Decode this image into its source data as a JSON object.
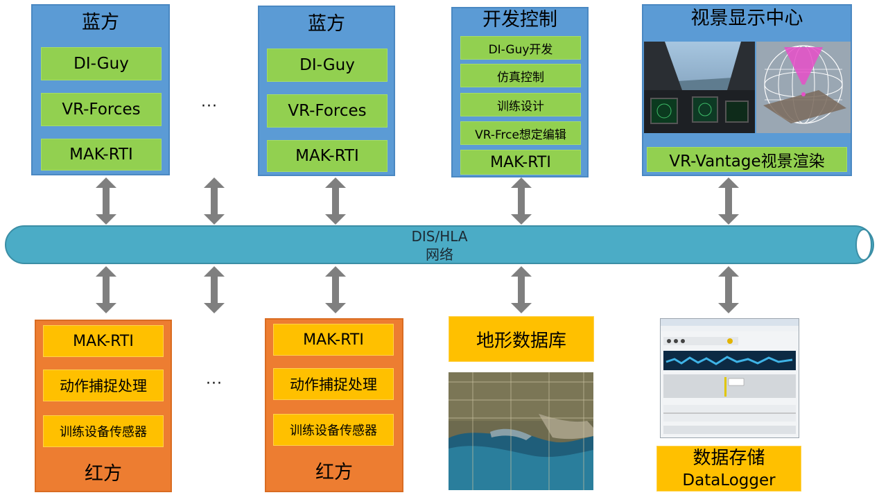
{
  "blue_team_1": {
    "title": "蓝方",
    "items": [
      "DI-Guy",
      "VR-Forces",
      "MAK-RTI"
    ]
  },
  "blue_team_2": {
    "title": "蓝方",
    "items": [
      "DI-Guy",
      "VR-Forces",
      "MAK-RTI"
    ]
  },
  "ellipsis": "···",
  "dev_control": {
    "title": "开发控制",
    "items": [
      "DI-Guy开发",
      "仿真控制",
      "训练设计",
      "VR-Frce想定编辑",
      "MAK-RTI"
    ]
  },
  "visual_center": {
    "title": "视景显示中心",
    "render_label": "VR-Vantage视景渲染"
  },
  "network": {
    "line1": "DIS/HLA",
    "line2": "网络"
  },
  "red_team_1": {
    "title": "红方",
    "items": [
      "MAK-RTI",
      "动作捕捉处理",
      "训练设备传感器"
    ]
  },
  "red_team_2": {
    "title": "红方",
    "items": [
      "MAK-RTI",
      "动作捕捉处理",
      "训练设备传感器"
    ]
  },
  "terrain": {
    "label": "地形数据库"
  },
  "storage": {
    "line1": "数据存储",
    "line2": "DataLogger"
  },
  "colors": {
    "blue_box": "#5b9bd5",
    "green_cell": "#92d050",
    "orange_box": "#ed7d31",
    "yellow_cell": "#ffc000",
    "pipe": "#4bacc6",
    "arrow": "#7f7f7f"
  }
}
